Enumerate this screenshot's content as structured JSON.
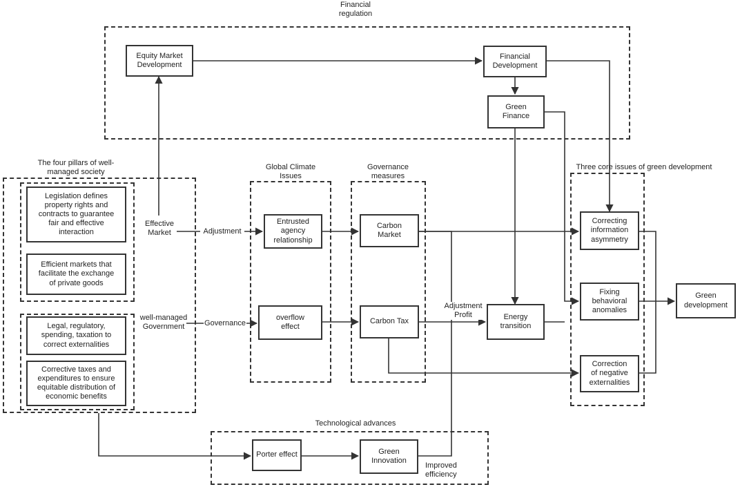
{
  "groups": {
    "financial_regulation": "Financial\nregulation",
    "four_pillars": "The four pillars of well-\nmanaged society",
    "global_climate": "Global Climate\nIssues",
    "governance_measures": "Governance\nmeasures",
    "three_core": "Three core issues of green development",
    "tech_advances": "Technological advances"
  },
  "boxes": {
    "equity_market": "Equity Market\nDevelopment",
    "financial_development": "Financial\nDevelopment",
    "green_finance": "Green\nFinance",
    "legislation": "Legislation defines\nproperty rights and\ncontracts to guarantee\nfair and effective\ninteraction",
    "efficient_markets": "Efficient markets that\nfacilitate the exchange\nof private goods",
    "legal_regulatory": "Legal, regulatory,\nspending, taxation to\ncorrect externalities",
    "corrective_taxes": "Corrective taxes and\nexpenditures to ensure\nequitable distribution of\neconomic benefits",
    "entrusted_agency": "Entrusted\nagency\nrelationship",
    "overflow_effect": "overflow\neffect",
    "carbon_market": "Carbon\nMarket",
    "carbon_tax": "Carbon Tax",
    "energy_transition": "Energy\ntransition",
    "correcting_info": "Correcting\ninformation\nasymmetry",
    "fixing_behavioral": "Fixing\nbehavioral\nanomalies",
    "correction_negative": "Correction\nof negative\nexternalities",
    "green_development": "Green\ndevelopment",
    "porter_effect": "Porter effect",
    "green_innovation": "Green\nInnovation"
  },
  "labels": {
    "effective_market": "Effective\nMarket",
    "well_managed_gov": "well-managed\nGovernment",
    "adjustment": "Adjustment",
    "governance": "Governance",
    "adjustment_profit": "Adjustment\nProfit",
    "improved_efficiency": "Improved\nefficiency"
  }
}
